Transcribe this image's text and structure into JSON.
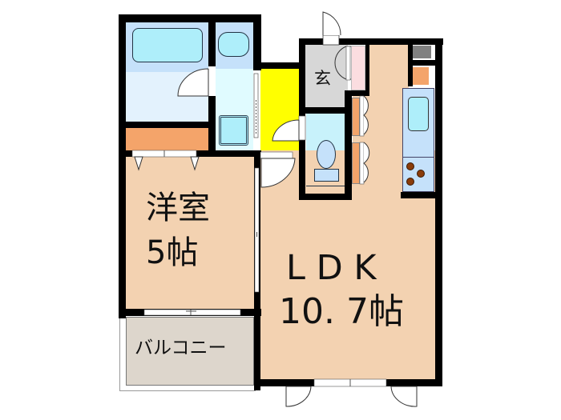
{
  "floorplan": {
    "rooms": {
      "western_room": {
        "name": "洋室",
        "size": "5帖"
      },
      "ldk": {
        "name": "L D K",
        "size": "10. 7帖"
      },
      "balcony": {
        "name": "バルコニー"
      },
      "entrance": {
        "name": "玄"
      }
    },
    "colors": {
      "wall": "#000000",
      "room_floor": "#f3d2b1",
      "bath_floor": "#c5e1fa",
      "wet_area": "#e3f2fd",
      "fixture": "#aeeefa",
      "hallway": "#ffff00",
      "entrance": "#d7d7d7",
      "balcony": "#ddd6cc",
      "closet_shelf": "#f4a46a",
      "shoe_box": "#fbdde0",
      "appliance_gray": "#808080",
      "stove_burner": "#8a3c0a"
    }
  }
}
